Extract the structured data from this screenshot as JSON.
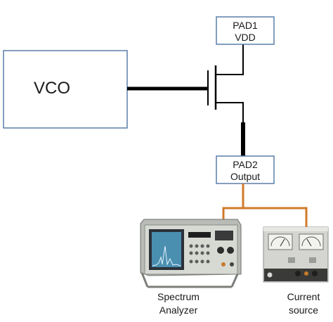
{
  "diagram": {
    "vco": {
      "label": "VCO"
    },
    "pad1": {
      "line1": "PAD1",
      "line2": "VDD"
    },
    "pad2": {
      "line1": "PAD2",
      "line2": "Output"
    },
    "spectrum_analyzer": {
      "line1": "Spectrum",
      "line2": "Analyzer"
    },
    "current_source": {
      "line1": "Current",
      "line2": "source"
    }
  },
  "colors": {
    "box_border": "#5a7fa8",
    "wire": "#000000",
    "probe_wire": "#d07a2a",
    "instrument_body": "#c9cbc6",
    "instrument_dark": "#2f3a2e",
    "screen": "#4a8fb0"
  }
}
